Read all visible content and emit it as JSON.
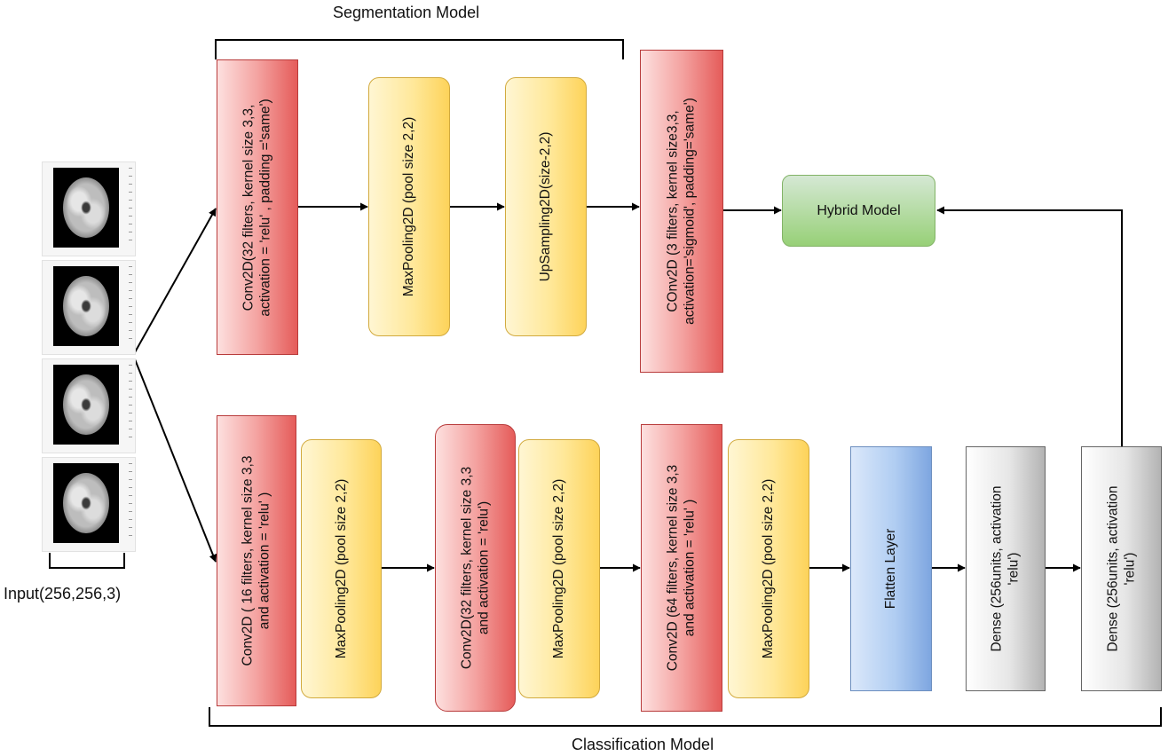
{
  "labels": {
    "segmentation": "Segmentation Model",
    "classification": "Classification Model",
    "input": "Input(256,256,3)"
  },
  "input_images": [
    "brain-slice-1",
    "brain-slice-2",
    "brain-slice-3",
    "brain-slice-4"
  ],
  "segmentation": {
    "conv1": [
      "Conv2D(32 filters,  kernel size 3,3,",
      "activation = 'relu' , padding ='same')"
    ],
    "maxpool": "MaxPooling2D (pool size 2,2)",
    "upsample": "UpSampling2D(size-2,2)",
    "conv2": [
      "COnv2D (3 filters,  kernel size3,3,",
      "activation='sigmoid', padding='same')"
    ]
  },
  "hybrid": "Hybrid Model",
  "classification": {
    "conv1": [
      "Conv2D ( 16 filters, kernel size 3,3",
      "and activation = 'relu' )"
    ],
    "pool1": "MaxPooling2D (pool size 2,2)",
    "conv2": [
      "Conv2D(32 filters, kernel size 3,3",
      "and activation = 'relu')"
    ],
    "pool2": "MaxPooling2D (pool size 2,2)",
    "conv3": [
      "Conv2D (64 filters, kernel size 3,3",
      "and activation = 'relu' )"
    ],
    "pool3": "MaxPooling2D (pool size 2,2)",
    "flatten": "Flatten Layer",
    "dense1": [
      "Dense (256units, activation",
      "'relu')"
    ],
    "dense2": [
      "Dense (256units, activation",
      "'relu')"
    ]
  },
  "colors": {
    "conv": "#f19c99",
    "pool": "#ffe599",
    "flatten": "#a9c4eb",
    "dense": "#d6d6d6",
    "hybrid": "#97d077",
    "line": "#000000"
  }
}
